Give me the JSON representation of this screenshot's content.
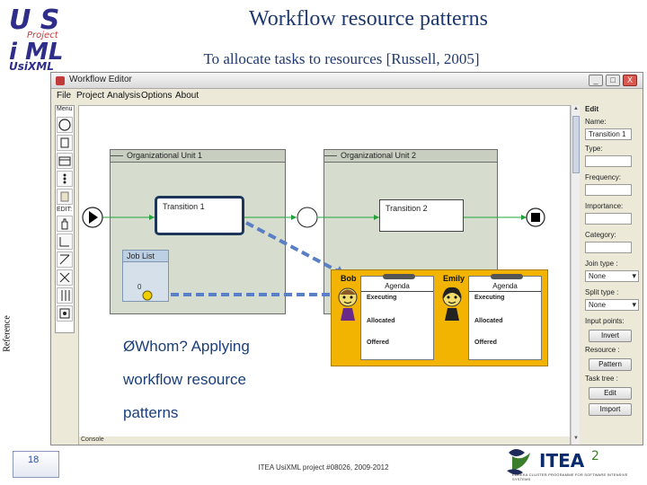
{
  "slide": {
    "title": "Workflow resource patterns",
    "subtitle": "To allocate tasks to resources [Russell, 2005]",
    "side_label": "Reference",
    "bullet_lines": [
      "ØWhom? Applying",
      "workflow resource",
      "patterns"
    ],
    "page_number": "18",
    "footer": "ITEA UsiXML project #08026, 2009-2012"
  },
  "logo": {
    "letters_top": "U S",
    "word": "Project",
    "letters_mid": "i ML",
    "name": "UsiXML",
    "color": "#2e2e8a"
  },
  "window": {
    "title": "Workflow Editor",
    "menu": [
      "File",
      "Project",
      "Analysis",
      "Options",
      "About"
    ],
    "controls": [
      "_",
      "□",
      "X"
    ]
  },
  "tools": {
    "menu_label": "Menu",
    "edit_label": "EDIT:"
  },
  "canvas": {
    "lanes": [
      {
        "label": "Organizational Unit 1"
      },
      {
        "label": "Organizational Unit 2"
      }
    ],
    "tasks": [
      "Transition 1",
      "Transition 2"
    ],
    "job_list": {
      "label": "Job List",
      "count": "0"
    }
  },
  "resources": [
    {
      "name": "Bob",
      "agenda": "Agenda",
      "rows": [
        "Executing",
        "Allocated",
        "Offered"
      ]
    },
    {
      "name": "Emily",
      "agenda": "Agenda",
      "rows": [
        "Executing",
        "Allocated",
        "Offered"
      ]
    }
  ],
  "properties": {
    "header": "Edit",
    "name_label": "Name:",
    "name_value": "Transition 1",
    "type_label": "Type:",
    "frequency_label": "Frequency:",
    "importance_label": "Importance:",
    "category_label": "Category:",
    "join_type_label": "Join type :",
    "join_type_value": "None",
    "split_type_label": "Split type :",
    "split_type_value": "None",
    "input_points_label": "Input points:",
    "invert_button": "Invert",
    "resource_label": "Resource :",
    "pattern_button": "Pattern",
    "task_tree_label": "Task tree :",
    "edit_button": "Edit",
    "import_button": "Import"
  },
  "console_label": "Console",
  "itea": {
    "wordmark": "ITEA",
    "version": "2",
    "tagline": "EUREKA CLUSTER PROGRAMME FOR SOFTWARE INTENSIVE SYSTEMS",
    "accent": "#0a2a6e"
  },
  "colors": {
    "title": "#1f3a6e",
    "resource_panel": "#f2b400",
    "flow_arrow": "#22a33a",
    "dashed_arrow": "#5a7fc4"
  }
}
